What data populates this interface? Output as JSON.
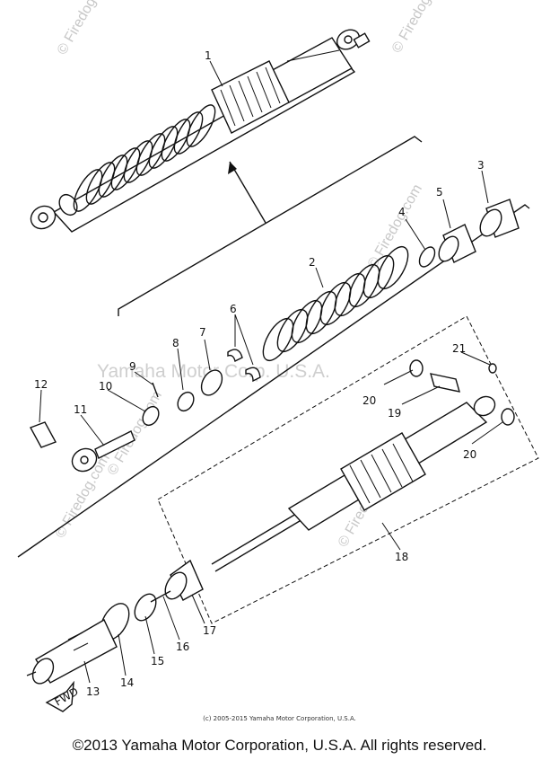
{
  "watermarks": {
    "firedog": "© Firedog.com",
    "yamaha": "Yamaha Motor Corp. U.S.A."
  },
  "callouts": [
    "1",
    "2",
    "3",
    "4",
    "5",
    "6",
    "7",
    "8",
    "9",
    "10",
    "11",
    "12",
    "13",
    "14",
    "15",
    "16",
    "17",
    "18",
    "19",
    "20",
    "21",
    "20"
  ],
  "fwd_label": "FWD",
  "small_copyright": "(c) 2005-2015 Yamaha Motor Corporation, U.S.A.",
  "footer_copyright": "©2013 Yamaha Motor Corporation, U.S.A. All rights reserved."
}
